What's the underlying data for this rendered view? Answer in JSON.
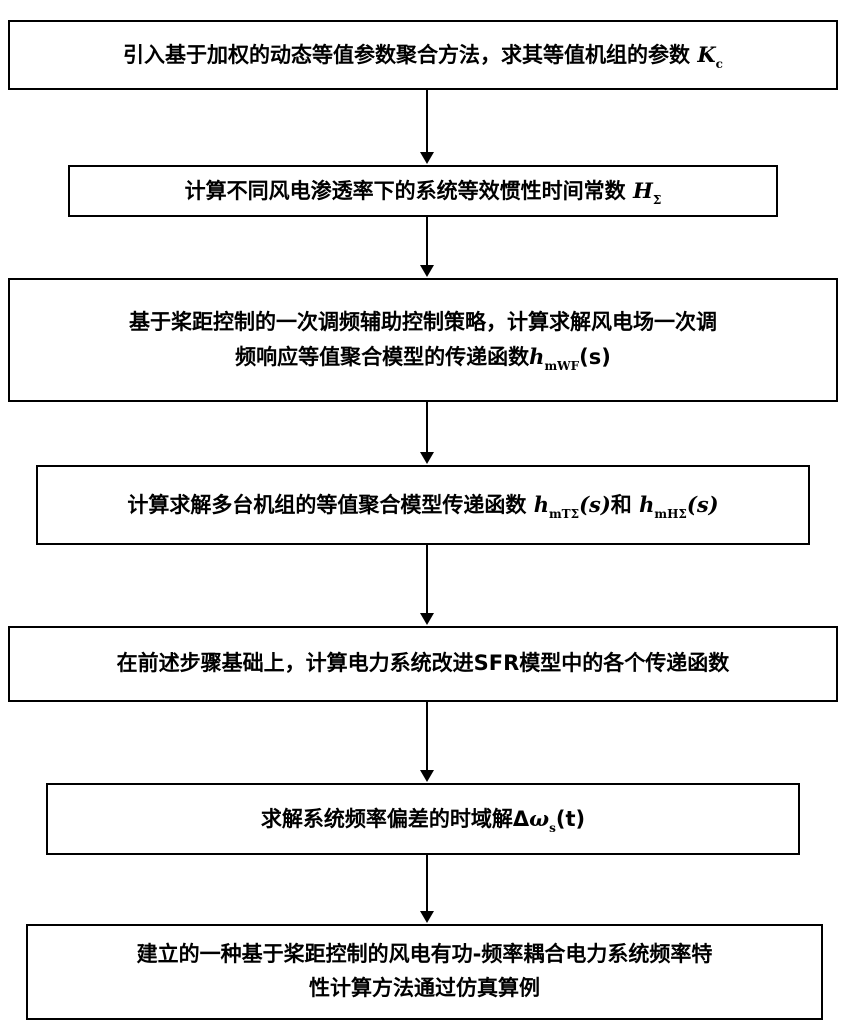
{
  "steps": [
    {
      "text": "引入基于加权的动态等值参数聚合方法，求其等值机组的参数",
      "math": "K",
      "math_sub": "c"
    },
    {
      "text": "计算不同风电渗透率下的系统等效惯性时间常数",
      "math": "H",
      "math_sub": "Σ"
    },
    {
      "line1": "基于桨距控制的一次调频辅助控制策略，计算求解风电场一次调",
      "line2": "频响应等值聚合模型的传递函数",
      "math": "h",
      "math_sub": "mWF",
      "math_tail": "(s)"
    },
    {
      "text": "计算求解多台机组的等值聚合模型传递函数",
      "math1": "h",
      "math1_sub": "mTΣ",
      "math1_tail": "(s)",
      "join": "和",
      "math2": "h",
      "math2_sub": "mHΣ",
      "math2_tail": "(s)"
    },
    {
      "text": "在前述步骤基础上，计算电力系统改进SFR模型中的各个传递函数"
    },
    {
      "text": "求解系统频率偏差的时域解Δ",
      "math": "ω",
      "math_sub": "s",
      "math_tail": "(t)"
    },
    {
      "line1": "建立的一种基于桨距控制的风电有功-频率耦合电力系统频率特",
      "line2": "性计算方法通过仿真算例"
    }
  ]
}
